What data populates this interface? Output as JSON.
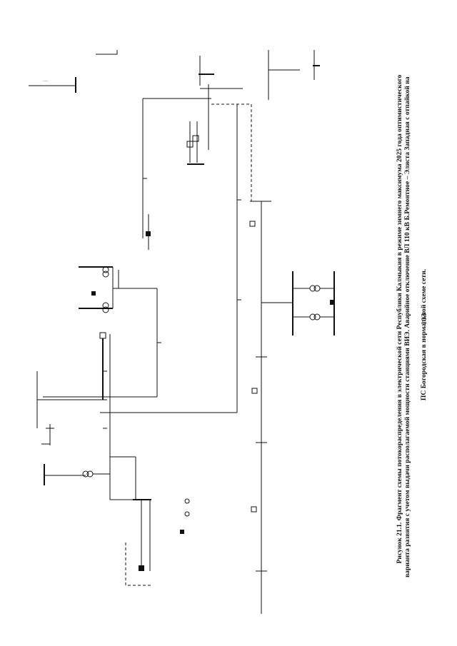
{
  "caption": {
    "figure_label": "Рисунок 21.1.",
    "line1_text": " Фрагмент схемы потокораспределения в электрической сети Республики Калмыкия в режиме зимнего максимума 2025 года оптимистического",
    "line2_text": "варианта развития с учетом выдачи располагаемой мощности станциями ВИЭ. Аварийное отключение ВЛ 110 кВ Б.Ремонтное – Элиста Западная с отпайкой на",
    "line3_text": "ПС Богородская в нормальной схеме сети."
  },
  "page_number": "103",
  "colors": {
    "ink": "#111111",
    "paper": "#ffffff"
  }
}
